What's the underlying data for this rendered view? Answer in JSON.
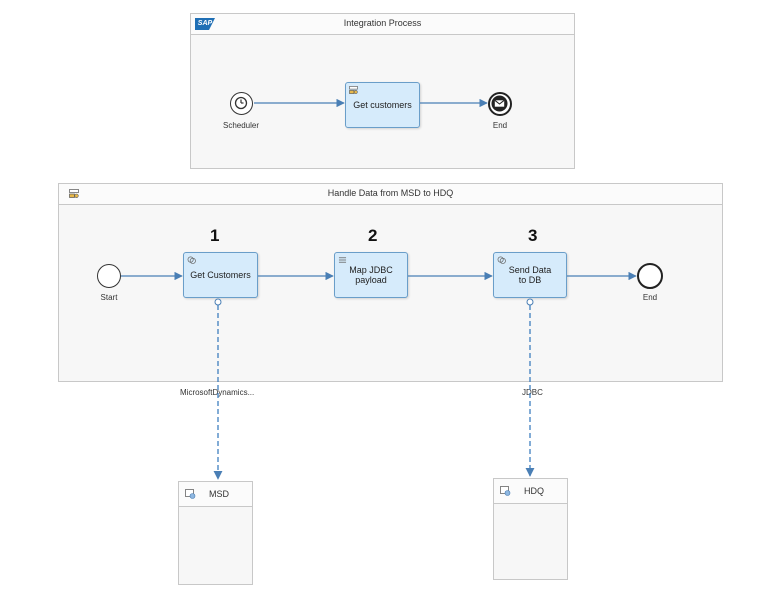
{
  "integration_process": {
    "title": "Integration Process",
    "logo_text": "SAP",
    "start_event_label": "Scheduler",
    "task_label": "Get customers",
    "end_event_label": "End"
  },
  "local_process": {
    "title": "Handle Data from MSD to HDQ",
    "start_label": "Start",
    "end_label": "End",
    "steps": [
      {
        "number": "1",
        "label": "Get Customers"
      },
      {
        "number": "2",
        "label": "Map JDBC payload"
      },
      {
        "number": "3",
        "label": "Send Data to DB"
      }
    ]
  },
  "connections": {
    "left_label": "MicrosoftDynamics...",
    "right_label": "JDBC"
  },
  "participants": {
    "left": "MSD",
    "right": "HDQ"
  },
  "colors": {
    "task_fill": "#d6ebfb",
    "task_border": "#6a9ec9",
    "flow_line": "#4a7fb5",
    "dashed_line": "#3f7fbf"
  }
}
